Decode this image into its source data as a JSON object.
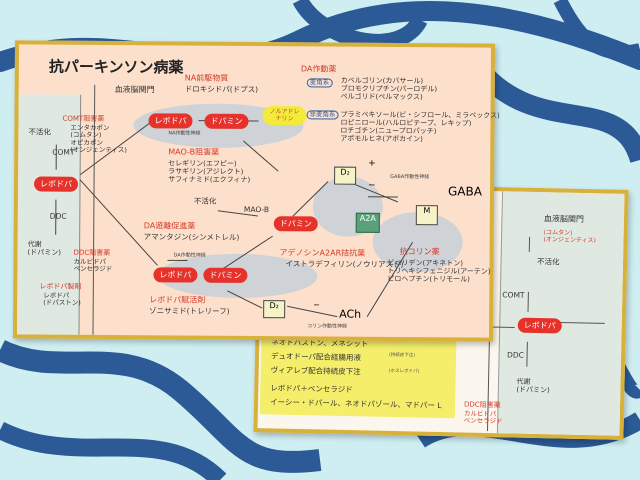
{
  "back_card": {
    "title": "血液脳関門",
    "comt_inhibitor_drugs": "(コムタン)\n(オンジェンティス)",
    "unchanged": "不活化",
    "comt": "COMT",
    "levodopa": "レボドパ",
    "ddc": "DDC",
    "metabolism": "代謝\n(ドパミン)",
    "ddc_inhibitor": "DDC阻害薬",
    "ddc_inhibitor_drugs": "カルビドパ\nベンセラジド",
    "note_lines": [
      "ネオドパストン、メネシット",
      "デュオドーパ配合経腸用液",
      "ヴィアレブ配合持続皮下注",
      "レボドパ＋ベンセラジド",
      "イーシー・ドパール、ネオドパゾール、マドパー L"
    ],
    "note_small_1": "(持続皮下注)",
    "note_small_2": "(ホスレボドパ)"
  },
  "main_card": {
    "title": "抗パーキンソン病薬",
    "bbb": "血液脳関門",
    "comt_inhibitor": "COMT阻害薬",
    "comt_inhibitor_drugs": "エンタカポン\n(コムタン)\nオピカポン\n(オンジェンティス)",
    "unchanged": "不活化",
    "comt": "COMT",
    "levodopa": "レボドパ",
    "ddc": "DDC",
    "metabolism": "代謝\n(ドパミン)",
    "ddc_inhibitor": "DDC阻害薬",
    "ddc_inhibitor_drugs": "カルビドパ\nベンセラジド",
    "levodopa_drug": "レボドパ製剤",
    "levodopa_drug_names": "レボドパ\n(ドパストン)",
    "na_precursor": "NA前駆物質",
    "na_precursor_drug": "ドロキシドパ(ドプス)",
    "levodopa_pill": "レボドパ",
    "dopamine_pill": "ドパミン",
    "noradrenaline_pill": "ノルアドレナリン",
    "na_neuron": "NA作動性神経",
    "maob_inhibitor": "MAO-B阻害薬",
    "maob_drugs": "セレギリン(エフピー)\nラサギリン(アジレクト)\nサフィナミド(エクフィナ)",
    "unchanged2": "不活化",
    "maob": "MAO-B",
    "dopamine_right": "ドパミン",
    "da_release": "DA遊離促進薬",
    "da_release_drug": "アマンタジン(シンメトレル)",
    "da_neuron": "DA作動性神経",
    "levodopa_pill2": "レボドパ",
    "dopamine_pill2": "ドパミン",
    "levodopa_deg": "レボドパ賦活剤",
    "zonisamide": "ゾニサミド(トレリーフ)",
    "d2": "D₂",
    "d2_lower": "D₂",
    "ach": "ACh",
    "cholinergic": "コリン作動性神経",
    "da_agonist": "DA作動薬",
    "ergot": "麦角系",
    "ergot_drugs": "カベルゴリン(カバサール)\nブロモクリプチン(パーロデル)\nペルゴリド(ペルマックス)",
    "nonergot": "非麦角系",
    "nonergot_drugs": "プラミペキソール(ビ・シフロール、ミラペックス)\nロピニロール(ハルロピテープ、レキップ)\nロチゴチン(ニュープロパッチ)\nアポモルヒネ(アポカイン)",
    "gaba_neuron": "GABA作動性神経",
    "gaba": "GABA",
    "a2a": "A2A",
    "m": "M",
    "plus": "+",
    "minus": "−",
    "adenosine": "アデノシンA2AR拮抗薬",
    "istradefylline": "イストラデフィリン(ノウリアスト)",
    "anticholinergic": "抗コリン薬",
    "anticholinergic_drugs": "ビペリデン(アキネトン)\nトリヘキシフェニジル(アーテン)\nピロヘプチン(トリモール)"
  },
  "colors": {
    "accent_red": "#e6322b",
    "border_gold": "#d8b13a",
    "river_blue": "#2b5a96",
    "yellow": "#f2eb3a"
  }
}
